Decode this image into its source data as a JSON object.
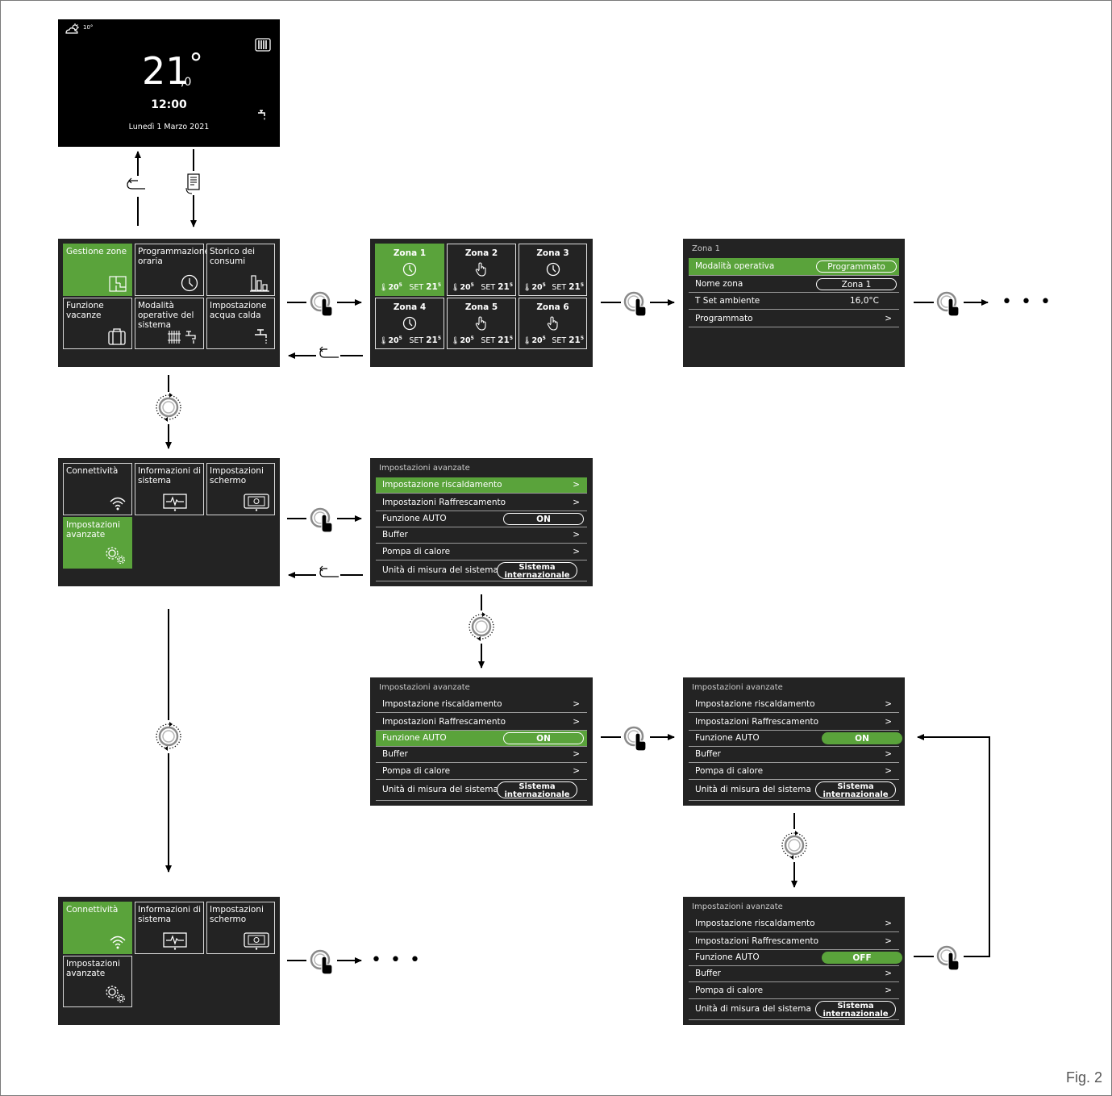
{
  "home": {
    "weather_temp": "10°",
    "temp_main": "21",
    "temp_deg": "°",
    "temp_dec": ",0",
    "time": "12:00",
    "date": "Lunedì 1 Marzo 2021"
  },
  "main_menu": {
    "tiles": [
      "Gestione zone",
      "Programmazione oraria",
      "Storico dei consumi",
      "Funzione vacanze",
      "Modalità operative del sistema",
      "Impostazione acqua calda"
    ]
  },
  "zones": {
    "tiles": [
      {
        "name": "Zona 1",
        "temp": "20",
        "temp_dec": "5",
        "set": "SET",
        "set_val": "21",
        "set_dec": "5"
      },
      {
        "name": "Zona 2",
        "temp": "20",
        "temp_dec": "5",
        "set": "SET",
        "set_val": "21",
        "set_dec": "5"
      },
      {
        "name": "Zona 3",
        "temp": "20",
        "temp_dec": "5",
        "set": "SET",
        "set_val": "21",
        "set_dec": "5"
      },
      {
        "name": "Zona 4",
        "temp": "20",
        "temp_dec": "5",
        "set": "SET",
        "set_val": "21",
        "set_dec": "5"
      },
      {
        "name": "Zona 5",
        "temp": "20",
        "temp_dec": "5",
        "set": "SET",
        "set_val": "21",
        "set_dec": "5"
      },
      {
        "name": "Zona 6",
        "temp": "20",
        "temp_dec": "5",
        "set": "SET",
        "set_val": "21",
        "set_dec": "5"
      }
    ]
  },
  "zone1": {
    "title": "Zona 1",
    "rows": [
      {
        "label": "Modalità operativa",
        "value": "Programmato"
      },
      {
        "label": "Nome zona",
        "value": "Zona 1"
      },
      {
        "label": "T Set ambiente",
        "value": "16,0°C"
      },
      {
        "label": "Programmato",
        "value": ">"
      }
    ]
  },
  "settings_menu": {
    "tiles": [
      "Connettività",
      "Informazioni di sistema",
      "Impostazioni schermo",
      "Impostazioni avanzate"
    ]
  },
  "advanced": {
    "title": "Impostazioni avanzate",
    "rows": [
      "Impostazione riscaldamento",
      "Impostazioni Raffrescamento",
      "Funzione AUTO",
      "Buffer",
      "Pompa di calore",
      "Unità di misura del sistema"
    ],
    "chevron": ">",
    "on": "ON",
    "off": "OFF",
    "unit_line1": "Sistema",
    "unit_line2": "internazionale"
  },
  "ellipsis": "• • •",
  "fig_label": "Fig. 2"
}
